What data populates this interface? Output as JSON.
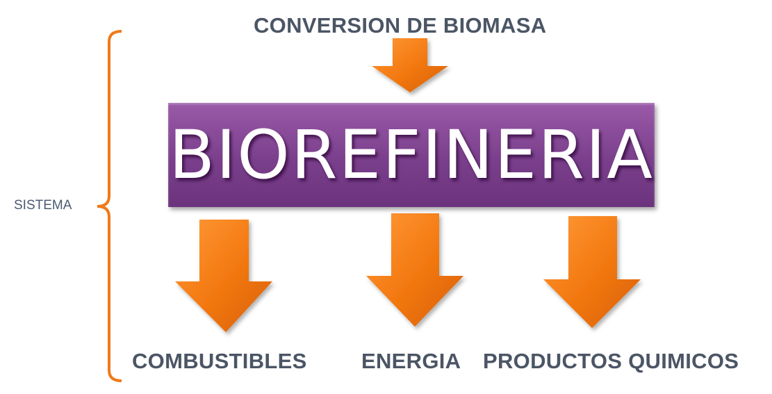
{
  "top_label": "CONVERSION DE BIOMASA",
  "center_box": "BIOREFINERIA",
  "outputs": [
    "COMBUSTIBLES",
    "ENERGIA",
    "PRODUCTOS QUIMICOS"
  ],
  "bracket_label": "SISTEMA",
  "colors": {
    "arrow": "#f47a12",
    "box": "#7e4190",
    "text": "#4b5565",
    "bracket": "#f07a1a"
  }
}
